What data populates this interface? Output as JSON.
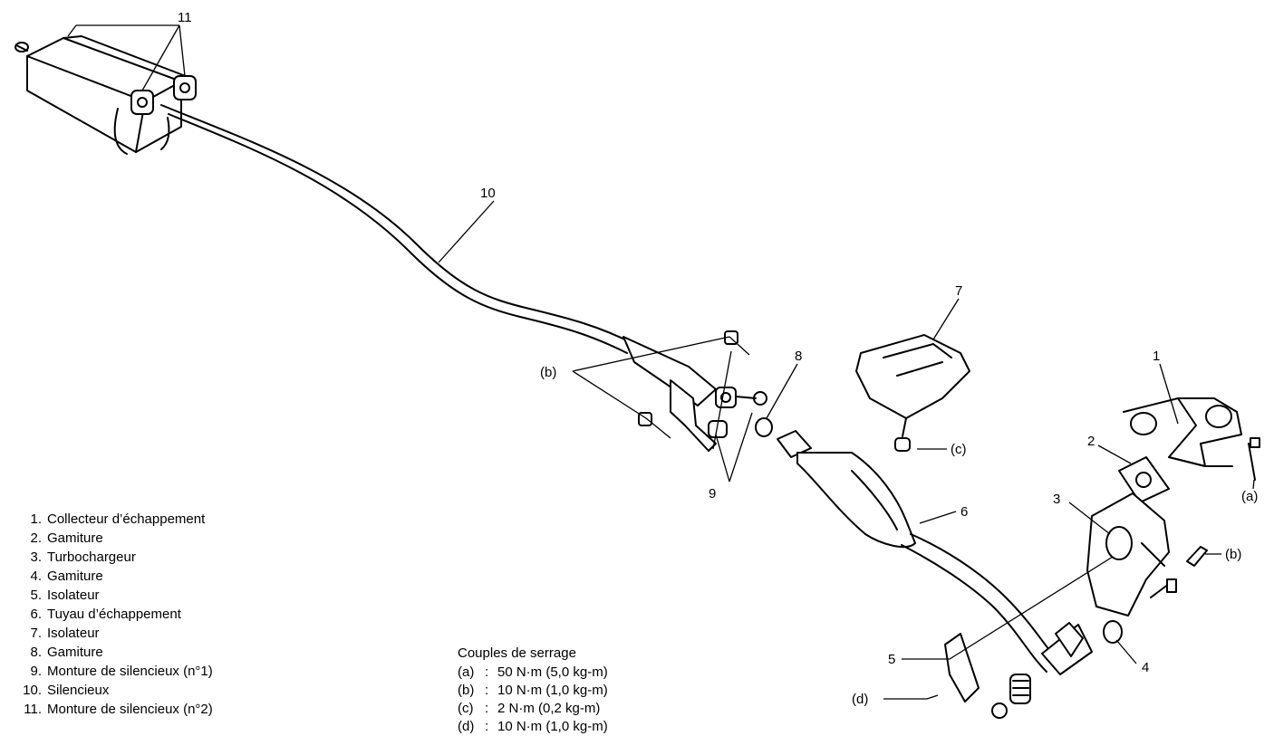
{
  "callouts": {
    "c1": "1",
    "c2": "2",
    "c3": "3",
    "c4": "4",
    "c5": "5",
    "c6": "6",
    "c7": "7",
    "c8": "8",
    "c9": "9",
    "c10": "10",
    "c11": "11",
    "ca": "(a)",
    "cb_left": "(b)",
    "cb_right": "(b)",
    "cc": "(c)",
    "cd": "(d)"
  },
  "legend": [
    {
      "num": "1.",
      "text": "Collecteur d’échappement"
    },
    {
      "num": "2.",
      "text": "Gamiture"
    },
    {
      "num": "3.",
      "text": "Turbochargeur"
    },
    {
      "num": "4.",
      "text": "Gamiture"
    },
    {
      "num": "5.",
      "text": "Isolateur"
    },
    {
      "num": "6.",
      "text": "Tuyau d’échappement"
    },
    {
      "num": "7.",
      "text": "Isolateur"
    },
    {
      "num": "8.",
      "text": "Gamiture"
    },
    {
      "num": "9.",
      "text": "Monture de silencieux (n°1)"
    },
    {
      "num": "10.",
      "text": "Silencieux"
    },
    {
      "num": "11.",
      "text": "Monture de silencieux (n°2)"
    }
  ],
  "torque": {
    "title": "Couples de serrage",
    "items": [
      {
        "key": "(a)",
        "sep": ":",
        "value": "50 N·m (5,0 kg-m)"
      },
      {
        "key": "(b)",
        "sep": ":",
        "value": "10 N·m (1,0 kg-m)"
      },
      {
        "key": "(c)",
        "sep": ":",
        "value": "2 N·m (0,2 kg-m)"
      },
      {
        "key": "(d)",
        "sep": ":",
        "value": "10 N·m (1,0 kg-m)"
      }
    ]
  }
}
